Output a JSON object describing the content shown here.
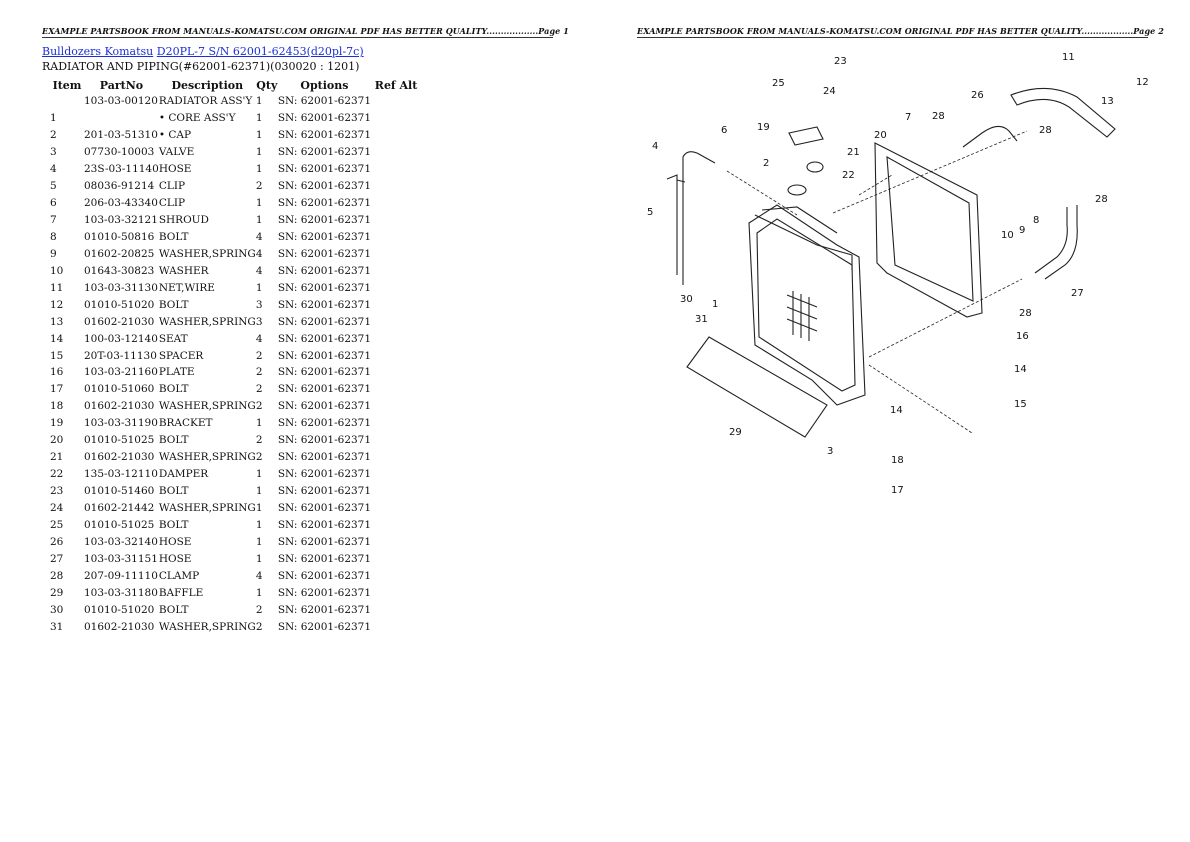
{
  "headers": {
    "page1": "EXAMPLE PARTSBOOK FROM MANUALS-KOMATSU.COM ORIGINAL PDF HAS BETTER QUALITY..................Page 1",
    "page2": "EXAMPLE PARTSBOOK FROM MANUALS-KOMATSU.COM ORIGINAL PDF HAS BETTER QUALITY..................Page 2"
  },
  "breadcrumb": {
    "link1": "Bulldozers Komatsu",
    "link2": "D20PL-7 S/N 62001-62453(d20pl-7c)"
  },
  "subtitle": "RADIATOR AND PIPING(#62001-62371)(030020 : 1201)",
  "table": {
    "columns": [
      "Item",
      "PartNo",
      "Description",
      "Qty",
      "Options",
      "Ref Alt"
    ],
    "rows": [
      [
        "",
        "103-03-00120",
        "RADIATOR ASS'Y",
        "1",
        "SN: 62001-62371",
        ""
      ],
      [
        "1",
        "",
        "• CORE ASS'Y",
        "1",
        "SN: 62001-62371",
        ""
      ],
      [
        "2",
        "201-03-51310",
        "• CAP",
        "1",
        "SN: 62001-62371",
        ""
      ],
      [
        "3",
        "07730-10003",
        "VALVE",
        "1",
        "SN: 62001-62371",
        ""
      ],
      [
        "4",
        "23S-03-11140",
        "HOSE",
        "1",
        "SN: 62001-62371",
        ""
      ],
      [
        "5",
        "08036-91214",
        "CLIP",
        "2",
        "SN: 62001-62371",
        ""
      ],
      [
        "6",
        "206-03-43340",
        "CLIP",
        "1",
        "SN: 62001-62371",
        ""
      ],
      [
        "7",
        "103-03-32121",
        "SHROUD",
        "1",
        "SN: 62001-62371",
        ""
      ],
      [
        "8",
        "01010-50816",
        "BOLT",
        "4",
        "SN: 62001-62371",
        ""
      ],
      [
        "9",
        "01602-20825",
        "WASHER,SPRING",
        "4",
        "SN: 62001-62371",
        ""
      ],
      [
        "10",
        "01643-30823",
        "WASHER",
        "4",
        "SN: 62001-62371",
        ""
      ],
      [
        "11",
        "103-03-31130",
        "NET,WIRE",
        "1",
        "SN: 62001-62371",
        ""
      ],
      [
        "12",
        "01010-51020",
        "BOLT",
        "3",
        "SN: 62001-62371",
        ""
      ],
      [
        "13",
        "01602-21030",
        "WASHER,SPRING",
        "3",
        "SN: 62001-62371",
        ""
      ],
      [
        "14",
        "100-03-12140",
        "SEAT",
        "4",
        "SN: 62001-62371",
        ""
      ],
      [
        "15",
        "20T-03-11130",
        "SPACER",
        "2",
        "SN: 62001-62371",
        ""
      ],
      [
        "16",
        "103-03-21160",
        "PLATE",
        "2",
        "SN: 62001-62371",
        ""
      ],
      [
        "17",
        "01010-51060",
        "BOLT",
        "2",
        "SN: 62001-62371",
        ""
      ],
      [
        "18",
        "01602-21030",
        "WASHER,SPRING",
        "2",
        "SN: 62001-62371",
        ""
      ],
      [
        "19",
        "103-03-31190",
        "BRACKET",
        "1",
        "SN: 62001-62371",
        ""
      ],
      [
        "20",
        "01010-51025",
        "BOLT",
        "2",
        "SN: 62001-62371",
        ""
      ],
      [
        "21",
        "01602-21030",
        "WASHER,SPRING",
        "2",
        "SN: 62001-62371",
        ""
      ],
      [
        "22",
        "135-03-12110",
        "DAMPER",
        "1",
        "SN: 62001-62371",
        ""
      ],
      [
        "23",
        "01010-51460",
        "BOLT",
        "1",
        "SN: 62001-62371",
        ""
      ],
      [
        "24",
        "01602-21442",
        "WASHER,SPRING",
        "1",
        "SN: 62001-62371",
        ""
      ],
      [
        "25",
        "01010-51025",
        "BOLT",
        "1",
        "SN: 62001-62371",
        ""
      ],
      [
        "26",
        "103-03-32140",
        "HOSE",
        "1",
        "SN: 62001-62371",
        ""
      ],
      [
        "27",
        "103-03-31151",
        "HOSE",
        "1",
        "SN: 62001-62371",
        ""
      ],
      [
        "28",
        "207-09-11110",
        "CLAMP",
        "4",
        "SN: 62001-62371",
        ""
      ],
      [
        "29",
        "103-03-31180",
        "BAFFLE",
        "1",
        "SN: 62001-62371",
        ""
      ],
      [
        "30",
        "01010-51020",
        "BOLT",
        "2",
        "SN: 62001-62371",
        ""
      ],
      [
        "31",
        "01602-21030",
        "WASHER,SPRING",
        "2",
        "SN: 62001-62371",
        ""
      ]
    ]
  },
  "diagram": {
    "callouts": [
      "1",
      "2",
      "3",
      "4",
      "5",
      "6",
      "7",
      "8",
      "9",
      "10",
      "11",
      "12",
      "13",
      "14",
      "14",
      "15",
      "16",
      "17",
      "18",
      "19",
      "20",
      "21",
      "22",
      "23",
      "24",
      "25",
      "26",
      "27",
      "28",
      "28",
      "28",
      "28",
      "29",
      "30",
      "31"
    ]
  }
}
